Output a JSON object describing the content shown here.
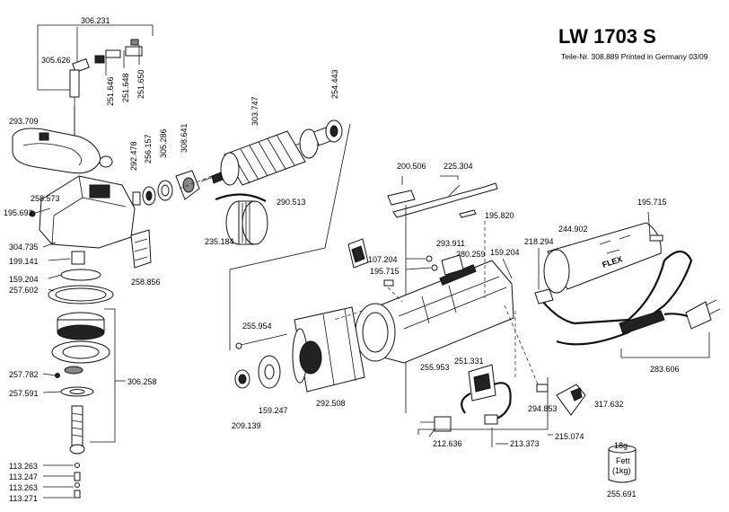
{
  "header": {
    "title": "LW 1703 S",
    "subtitle": "Teile-Nr. 308.889 Printed in Germany 03/09"
  },
  "logo": {
    "brand": "FLEX"
  },
  "grease_box": {
    "weight": "18g",
    "word": "Fett",
    "amount": "(1kg)"
  },
  "labels": {
    "p306231": "306.231",
    "p305626": "305.626",
    "p251646": "251.646",
    "p251648": "251.648",
    "p251650": "251.650",
    "p293709": "293.709",
    "p292478": "292.478",
    "p256157": "256.157",
    "p305286": "305.286",
    "p308641": "308.641",
    "p303747": "303.747",
    "p254443": "254.443",
    "p290513": "290.513",
    "p235184": "235.184",
    "p258573": "258.573",
    "p195693": "195.693",
    "p304735": "304.735",
    "p199141": "199.141",
    "p159204a": "159.204",
    "p257602": "257.602",
    "p258856": "258.856",
    "p257782": "257.782",
    "p257591": "257.591",
    "p306258": "306.258",
    "p113263a": "113.263",
    "p113247": "113.247",
    "p113263b": "113.263",
    "p113271": "113.271",
    "p200506": "200.506",
    "p225304": "225.304",
    "p195820": "195.820",
    "p195715a": "195.715",
    "p244902": "244.902",
    "p293911": "293.911",
    "p107204": "107.204",
    "p280259": "280.259",
    "p195715b": "195.715",
    "p218294": "218.294",
    "p159204b": "159.204",
    "p255954": "255.954",
    "p292508": "292.508",
    "p159247": "159.247",
    "p209139": "209.139",
    "p255953": "255.953",
    "p251331": "251.331",
    "p294853": "294.853",
    "p317632": "317.632",
    "p283606": "283.606",
    "p212636": "212.636",
    "p213373": "213.373",
    "p215074": "215.074",
    "p255691": "255.691"
  }
}
